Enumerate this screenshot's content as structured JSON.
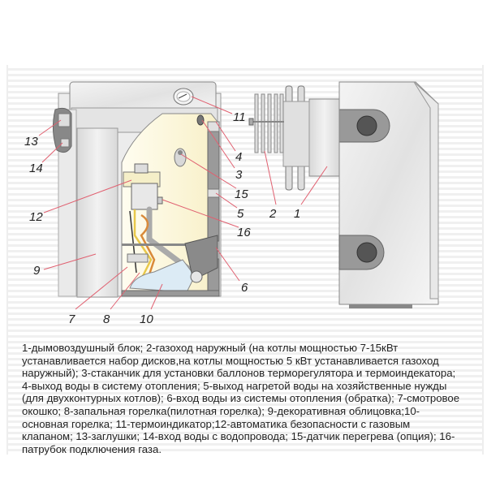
{
  "diagram": {
    "title": "Gas boiler component diagram",
    "labels": [
      {
        "id": "1",
        "text": "1"
      },
      {
        "id": "2",
        "text": "2"
      },
      {
        "id": "3",
        "text": "3"
      },
      {
        "id": "4",
        "text": "4"
      },
      {
        "id": "5",
        "text": "5"
      },
      {
        "id": "6",
        "text": "6"
      },
      {
        "id": "7",
        "text": "7"
      },
      {
        "id": "8",
        "text": "8"
      },
      {
        "id": "9",
        "text": "9"
      },
      {
        "id": "10",
        "text": "10"
      },
      {
        "id": "11",
        "text": "11"
      },
      {
        "id": "12",
        "text": "12"
      },
      {
        "id": "13",
        "text": "13"
      },
      {
        "id": "14",
        "text": "14"
      },
      {
        "id": "15",
        "text": "15"
      },
      {
        "id": "16",
        "text": "16"
      }
    ],
    "colors": {
      "leader_line": "#e06070",
      "casing": "#e6e6e6",
      "interior": "#fbf6dc",
      "dark_part": "#8a8a8a",
      "gas_pipe": "#bdbdbd",
      "copper_tube": "#d98a3a",
      "yellow_wire": "#e8c84a"
    }
  },
  "caption": {
    "lines": [
      "1-дымовоздушный блок; 2-газоход наружный (на котлы мощностью 7-15кВт",
      "устанавливается набор дисков,на котлы мощностью 5 кВт устанавливается газоход",
      "наружный); 3-стаканчик для установки баллонов терморегулятора и термоиндекатора;",
      "4-выход воды в систему отопления; 5-выход нагретой воды на хозяйственные нужды",
      "(для двухконтурных котлов); 6-вход воды из системы отопления (обратка); 7-смотровое",
      "окошко; 8-запальная горелка(пилотная горелка); 9-декоративная облицовка;10-",
      "основная горелка; 11-термоиндикатор;12-автоматика безопасности с газовым",
      "клапаном; 13-заглушки; 14-вход воды с водопровода;  15-датчик перегрева  (опция); 16-",
      "патрубок подключения газа."
    ]
  }
}
